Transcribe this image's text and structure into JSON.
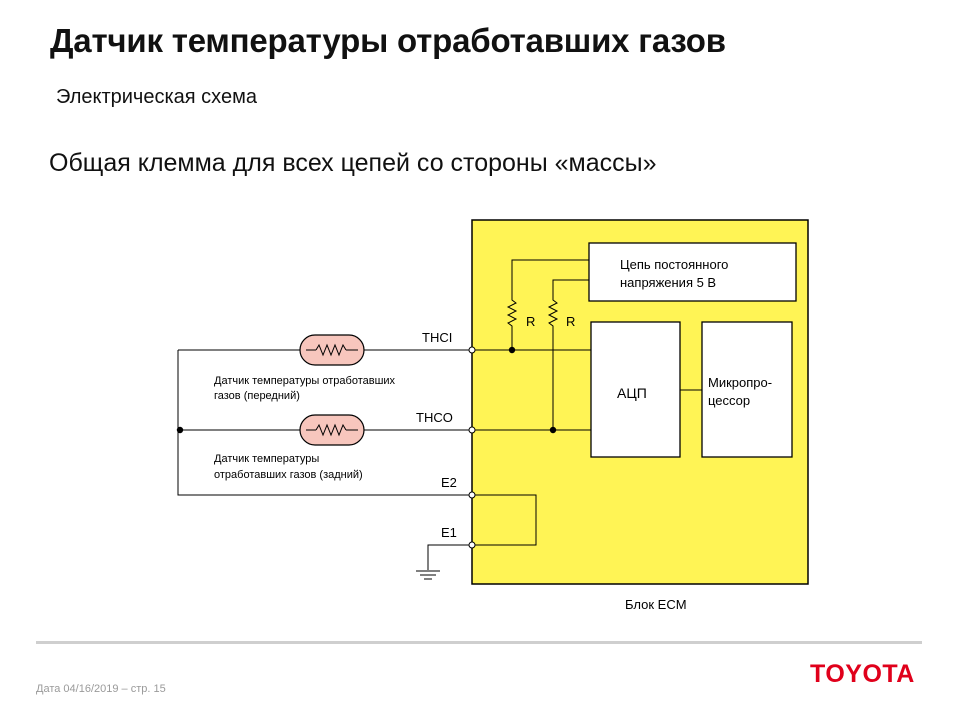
{
  "slide": {
    "title": "Датчик температуры отработавших газов",
    "subtitle": "Электрическая схема",
    "heading": "Общая клемма для всех цепей со стороны «массы»"
  },
  "diagram": {
    "ecm_label": "Блок ECM",
    "const_voltage_line1": "Цепь постоянного",
    "const_voltage_line2": "напряжения 5 В",
    "adc_label": "АЦП",
    "cpu_line1": "Микропро-",
    "cpu_line2": "цессор",
    "resistor_label_1": "R",
    "resistor_label_2": "R",
    "terminal_thci": "THCI",
    "terminal_thco": "THCO",
    "terminal_e2": "E2",
    "terminal_e1": "E1",
    "sensor_front_line1": "Датчик температуры отработавших",
    "sensor_front_line2": "газов (передний)",
    "sensor_rear_line1": "Датчик температуры",
    "sensor_rear_line2": "отработавших газов (задний)",
    "ecm_fill_color": "#fff455",
    "sensor_fill_color": "#f7c6bd"
  },
  "footer": {
    "date": "Дата 04/16/2019 – стр.  15",
    "logo": "TOYOTA",
    "logo_color": "#e0001b"
  }
}
